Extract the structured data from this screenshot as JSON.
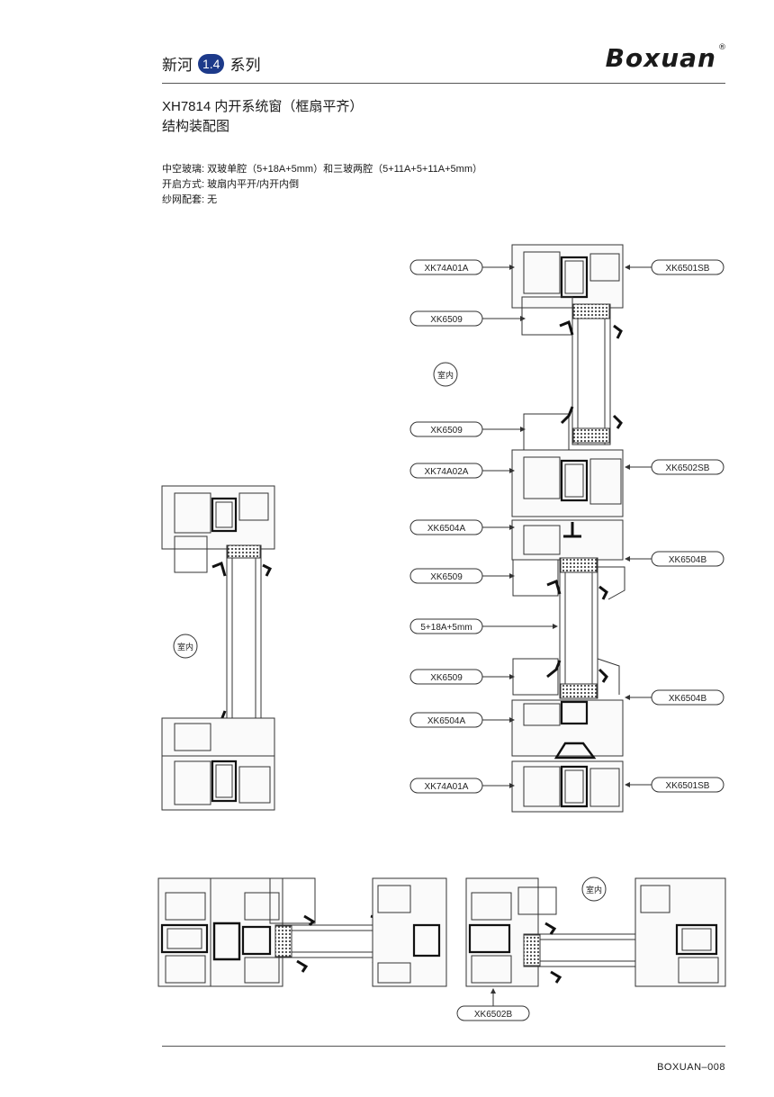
{
  "header": {
    "series_prefix": "新河",
    "series_number": "1.4",
    "series_suffix": "系列",
    "brand": "Boxuan",
    "brand_mark": "®"
  },
  "title": {
    "line1": "XH7814 内开系统窗（框扇平齐）",
    "line2": "结构装配图"
  },
  "specs": {
    "glass": "中空玻璃: 双玻单腔（5+18A+5mm）和三玻两腔（5+11A+5+11A+5mm）",
    "opening": "开启方式: 玻扇内平开/内开内倒",
    "screen": "纱网配套: 无"
  },
  "indoor_label": "室内",
  "vertical_section": {
    "left_labels": [
      "XK74A01A",
      "XK6509",
      "XK6509",
      "XK74A02A",
      "XK6504A",
      "XK6509",
      "5+18A+5mm",
      "XK6509",
      "XK6504A",
      "XK74A01A"
    ],
    "right_labels": [
      "XK6501SB",
      "XK6502SB",
      "XK6504B",
      "XK6504B",
      "XK6501SB"
    ]
  },
  "horizontal_section": {
    "bottom_label": "XK6502B"
  },
  "footer": {
    "page_code": "BOXUAN–008"
  }
}
